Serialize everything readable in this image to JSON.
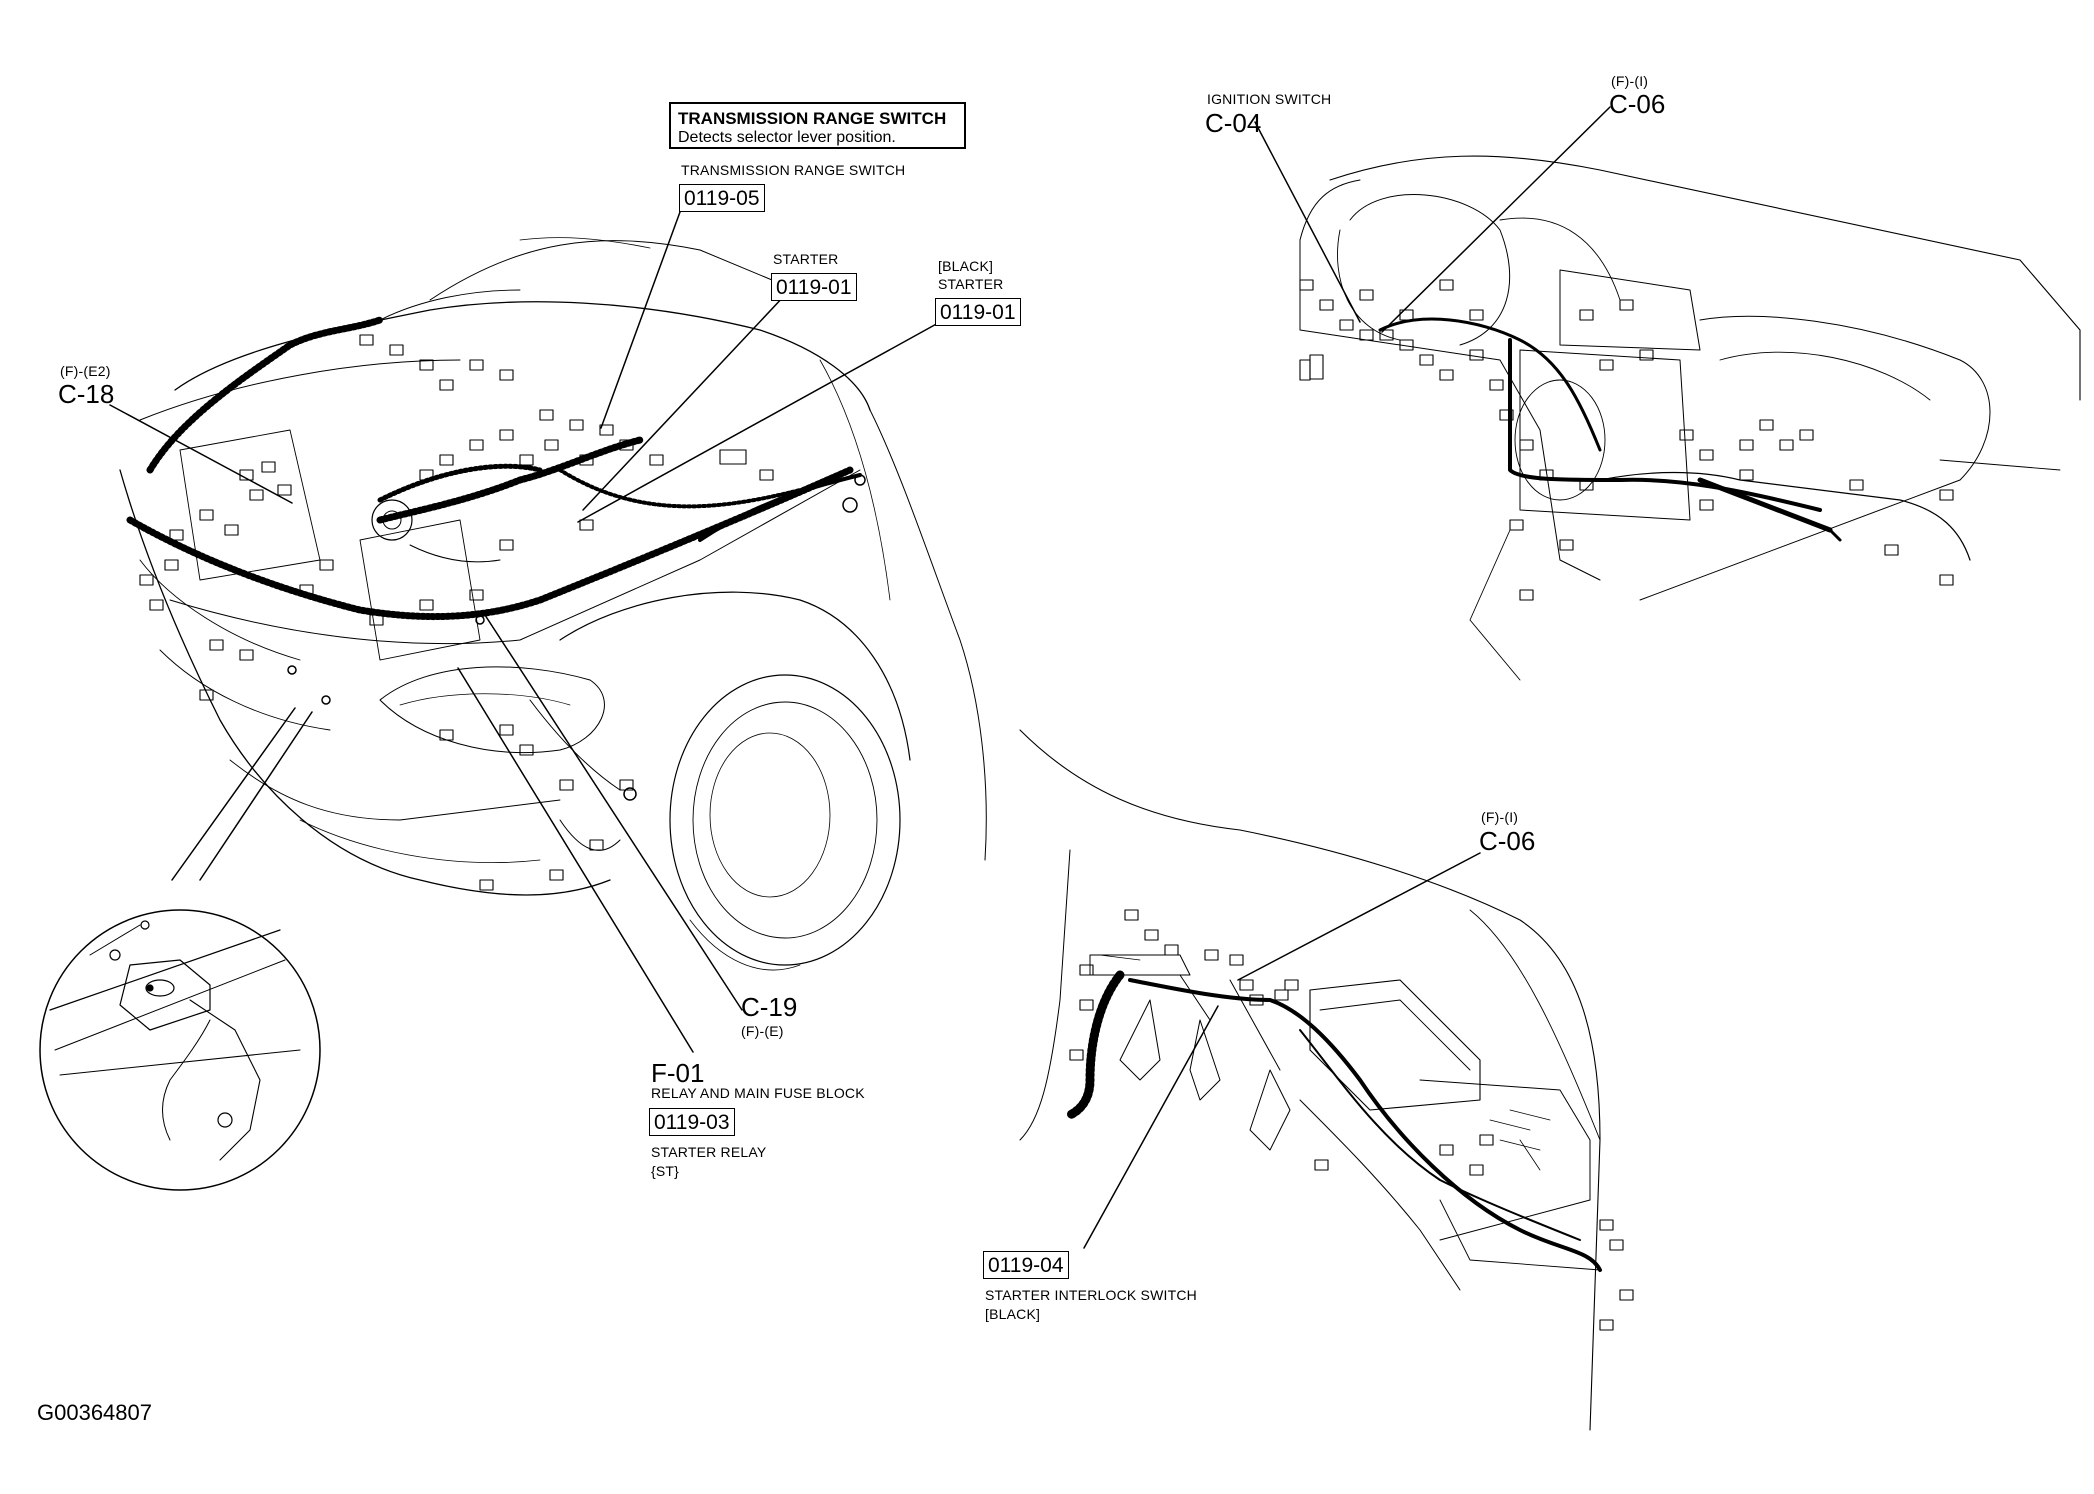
{
  "callout": {
    "title": "TRANSMISSION RANGE SWITCH",
    "description": "Detects selector lever position."
  },
  "engine_bay": {
    "trs_caption": "TRANSMISSION RANGE SWITCH",
    "trs_code": "0119-05",
    "starter_caption": "STARTER",
    "starter_code": "0119-01",
    "starter_black_note": "[BLACK]",
    "starter_black_caption": "STARTER",
    "starter_black_code": "0119-01",
    "c18_code": "(F)-(E2)",
    "c18_id": "C-18",
    "c19_id": "C-19",
    "c19_code": "(F)-(E)",
    "f01_id": "F-01",
    "f01_caption": "RELAY AND MAIN FUSE BLOCK",
    "relay_code": "0119-03",
    "relay_caption": "STARTER RELAY",
    "relay_note": "{ST}"
  },
  "dashboard": {
    "ignition_caption": "IGNITION SWITCH",
    "ignition_id": "C-04",
    "c06_code": "(F)-(I)",
    "c06_id": "C-06"
  },
  "pedal_area": {
    "c06_code": "(F)-(I)",
    "c06_id": "C-06",
    "interlock_code": "0119-04",
    "interlock_caption": "STARTER INTERLOCK SWITCH",
    "interlock_note": "[BLACK]"
  },
  "figure_id": "G00364807"
}
